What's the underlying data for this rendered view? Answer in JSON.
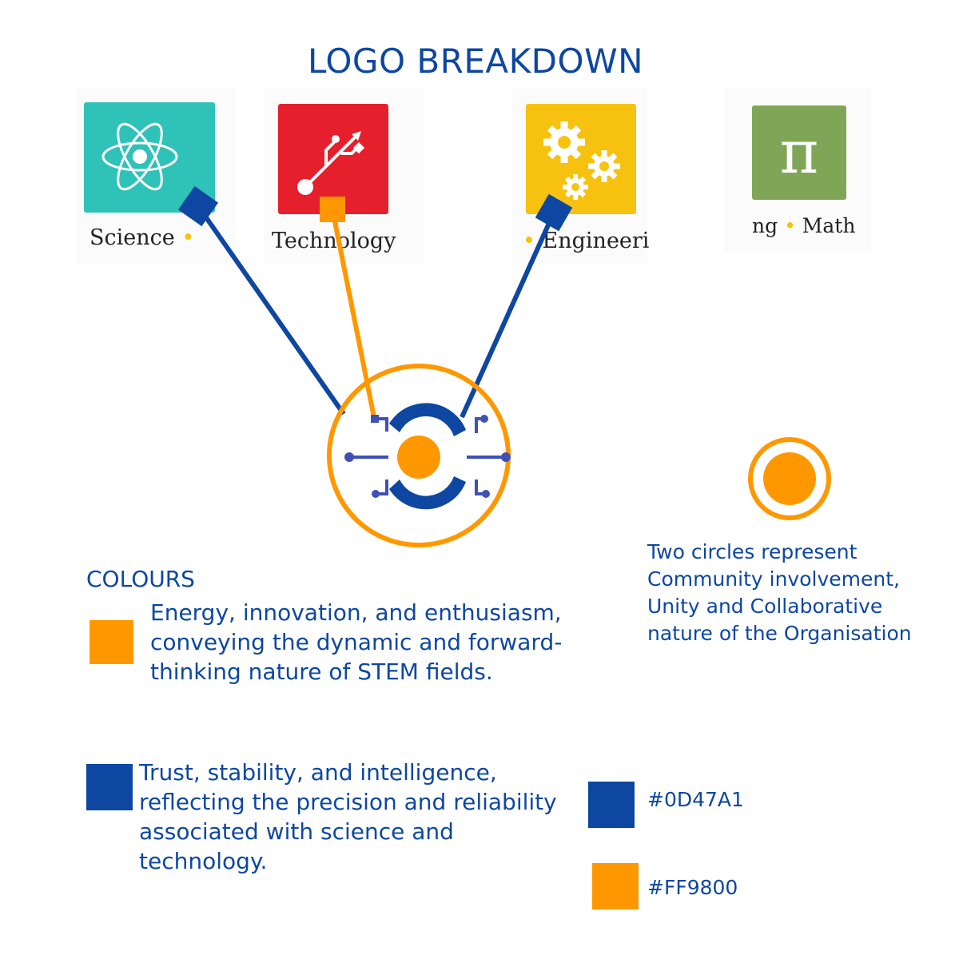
{
  "title": "LOGO BREAKDOWN",
  "stem": {
    "science_label": "Science",
    "technology_label": "Technology",
    "engineering_label": "Engineeri",
    "math_prefix": "ng",
    "math_label": "Math",
    "math_symbol": "π",
    "colors": {
      "science": "#2EC2B8",
      "technology": "#E5202C",
      "engineering": "#F6C20F",
      "math": "#7FA656"
    }
  },
  "logo": {
    "colors": {
      "blue": "#0D47A1",
      "orange": "#FF9800"
    }
  },
  "colours": {
    "heading": "COLOURS",
    "orange_text": "Energy, innovation, and enthusiasm, conveying the dynamic and forward-thinking nature of STEM fields.",
    "blue_text": "Trust, stability, and intelligence, reflecting the precision and reliability associated with science and technology."
  },
  "circles": {
    "description": "Two circles represent Community involvement, Unity and Collaborative nature of the Organisation"
  },
  "palette": [
    {
      "hex": "#0D47A1"
    },
    {
      "hex": "#FF9800"
    }
  ]
}
